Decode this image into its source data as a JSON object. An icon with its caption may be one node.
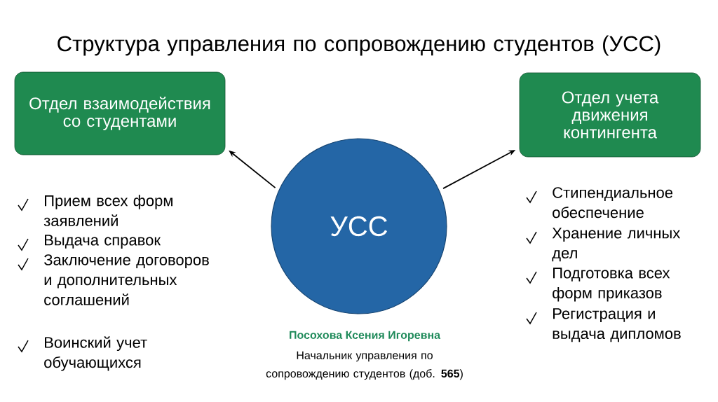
{
  "diagram": {
    "title": "Структура управления по сопровождению студентов (УСС)",
    "nodes": [
      {
        "text": [
          "Отдел взаимодействия со студентами"
        ]
      },
      {
        "text": [
          "Отдел учета движения контингента"
        ]
      },
      {
        "text": [
          "УСС"
        ]
      }
    ],
    "edges": [
      {
        "from": 2,
        "to": 0,
        "arrow": "to"
      },
      {
        "from": 2,
        "to": 1,
        "arrow": "to"
      }
    ],
    "labels": [
      "Прием всех форм заявлений",
      "Выдача справок",
      "Заключение договоров и дополнительных соглашений",
      "Воинский учет обучающихся",
      "Стипендиальное обеспечение",
      "Хранение личных дел",
      "Подготовка всех форм приказов",
      "Регистрация и выдача дипломов",
      "Посохова Ксения Игоревна",
      "Начальник управления по сопровождению студентов (доб. **565**)"
    ]
  }
}
